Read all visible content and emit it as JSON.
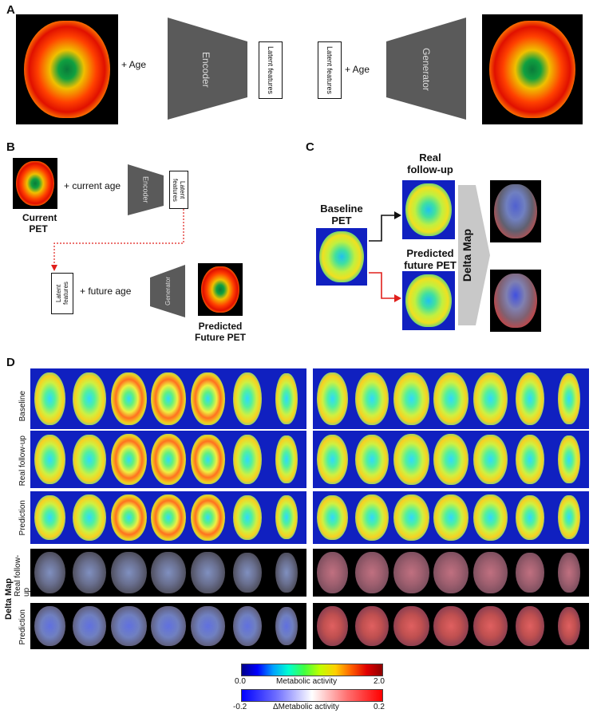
{
  "panels": {
    "a": "A",
    "b": "B",
    "c": "C",
    "d": "D"
  },
  "panel_a": {
    "plus_age_1": "+ Age",
    "encoder": "Encoder",
    "latent_1": "Latent features",
    "latent_2": "Latent features",
    "plus_age_2": "+ Age",
    "generator": "Generator"
  },
  "panel_b": {
    "plus_current_age": "+ current age",
    "encoder": "Encoder",
    "latent_1": "Latent features",
    "current_pet_line1": "Current",
    "current_pet_line2": "PET",
    "latent_2": "Latent features",
    "plus_future_age": "+ future age",
    "generator": "Generator",
    "predicted_line1": "Predicted",
    "predicted_line2": "Future PET"
  },
  "panel_c": {
    "baseline_line1": "Baseline",
    "baseline_line2": "PET",
    "real_line1": "Real",
    "real_line2": "follow-up",
    "pred_line1": "Predicted",
    "pred_line2": "future PET",
    "delta_map": "Delta Map"
  },
  "panel_d": {
    "row_baseline": "Baseline",
    "row_real": "Real follow-up",
    "row_prediction": "Prediction",
    "delta_map": "Delta Map",
    "row_delta_real": "Real follow-up",
    "row_delta_pred": "Prediction"
  },
  "colorbars": {
    "metabolic": {
      "label": "Metabolic activity",
      "min": "0.0",
      "max": "2.0"
    },
    "delta": {
      "label": "ΔMetabolic activity",
      "min": "-0.2",
      "max": "0.2"
    }
  },
  "colors": {
    "arrow_red": "#e0201c",
    "block_gray": "#5a5a5a",
    "pet_blue": "#1020c0"
  }
}
